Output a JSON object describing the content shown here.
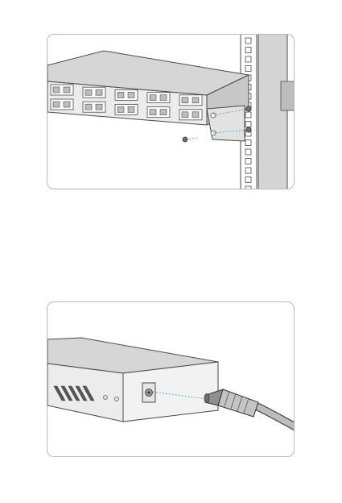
{
  "figures": [
    {
      "id": "rack-mount",
      "subject": "rack-mount-illustration"
    },
    {
      "id": "power-connection",
      "subject": "power-connection-illustration"
    }
  ],
  "colors": {
    "line": "#4a4a4a",
    "panel_border": "#b9b9b9",
    "device_top": "#d6d6d6",
    "device_front": "#ececec",
    "rack_rail": "#d4d4d4",
    "guide_dash": "#4aa3df"
  },
  "rack": {
    "port_modules": 10
  },
  "power_device": {
    "vent_slots": 5
  }
}
